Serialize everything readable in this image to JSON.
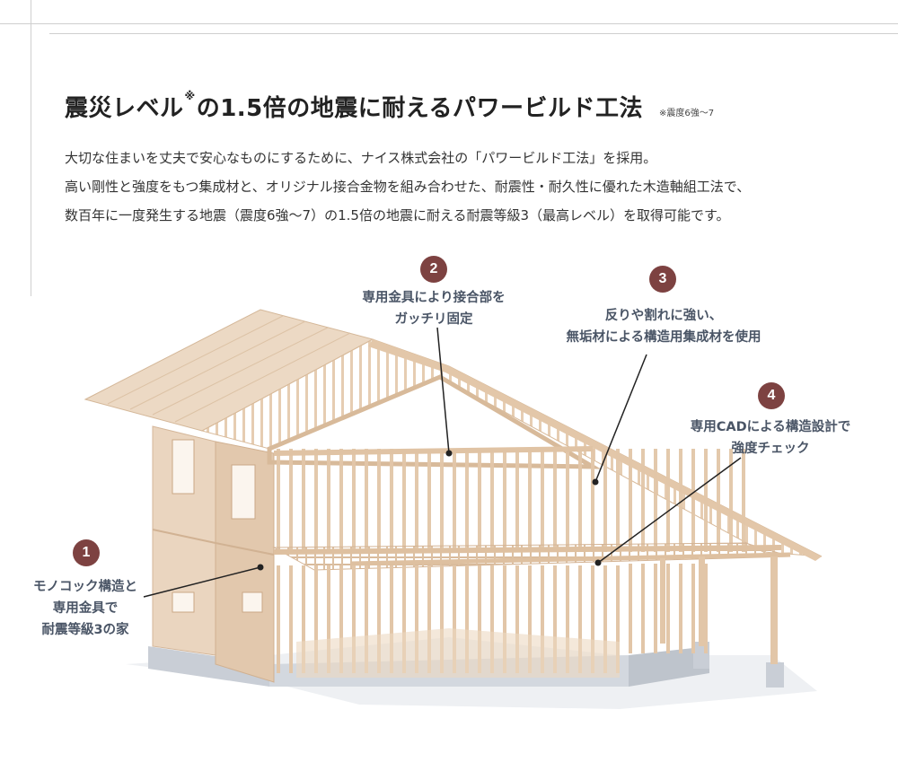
{
  "heading": {
    "title_part1": "震災レベル",
    "title_mark": "※",
    "title_part2": "の1.5倍の地震に耐えるパワービルド工法",
    "note": "※震度6強〜7"
  },
  "intro": {
    "line1": "大切な住まいを丈夫で安心なものにするために、ナイス株式会社の「パワービルド工法」を採用。",
    "line2": "高い剛性と強度をもつ集成材と、オリジナル接合金物を組み合わせた、耐震性・耐久性に優れた木造軸組工法で、",
    "line3": "数百年に一度発生する地震（震度6強〜7）の1.5倍の地震に耐える耐震等級3（最高レベル）を取得可能です。"
  },
  "callouts": [
    {
      "number": "1",
      "line1": "モノコック構造と",
      "line2": "専用金具で",
      "line3": "耐震等級3の家"
    },
    {
      "number": "2",
      "line1": "専用金具により接合部を",
      "line2": "ガッチリ固定"
    },
    {
      "number": "3",
      "line1": "反りや割れに強い、",
      "line2": "無垢材による構造用集成材を使用"
    },
    {
      "number": "4",
      "line1": "専用CADによる構造設計で",
      "line2": "強度チェック"
    }
  ],
  "colors": {
    "badge": "#7d4241",
    "callout_text": "#4a5566",
    "wood": "#e8d2bc",
    "foundation": "#c9ced6"
  }
}
